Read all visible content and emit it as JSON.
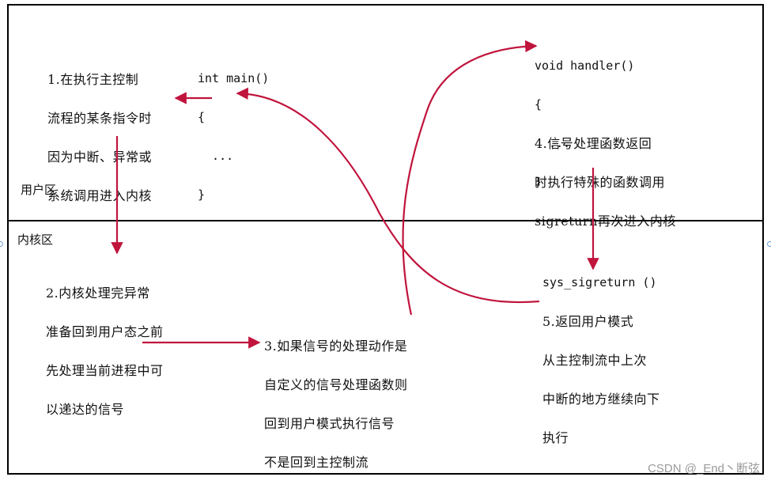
{
  "regions": {
    "user": "用户区",
    "kernel": "内核区"
  },
  "steps": {
    "step1": [
      "1.在执行主控制",
      "流程的某条指令时",
      "因为中断、异常或",
      "系统调用进入内核"
    ],
    "step2": [
      "2.内核处理完异常",
      "准备回到用户态之前",
      "先处理当前进程中可",
      "以递达的信号"
    ],
    "step3": [
      "3.如果信号的处理动作是",
      "自定义的信号处理函数则",
      "回到用户模式执行信号",
      "不是回到主控制流"
    ],
    "step4": [
      "4.信号处理函数返回",
      "时执行特殊的函数调用",
      "sigreturn再次进入内核"
    ],
    "step5": [
      "5.返回用户模式",
      "从主控制流中上次",
      "中断的地方继续向下",
      "执行"
    ]
  },
  "code": {
    "main": [
      "int main()",
      "{",
      "  ...",
      "}"
    ],
    "handler": [
      "void handler()",
      "{",
      "  ...",
      "}"
    ],
    "sys_sigreturn": "sys_sigreturn ()"
  },
  "watermark": "CSDN @_End丶断弦",
  "colors": {
    "arrow": "#c0143c",
    "border": "#000000"
  }
}
